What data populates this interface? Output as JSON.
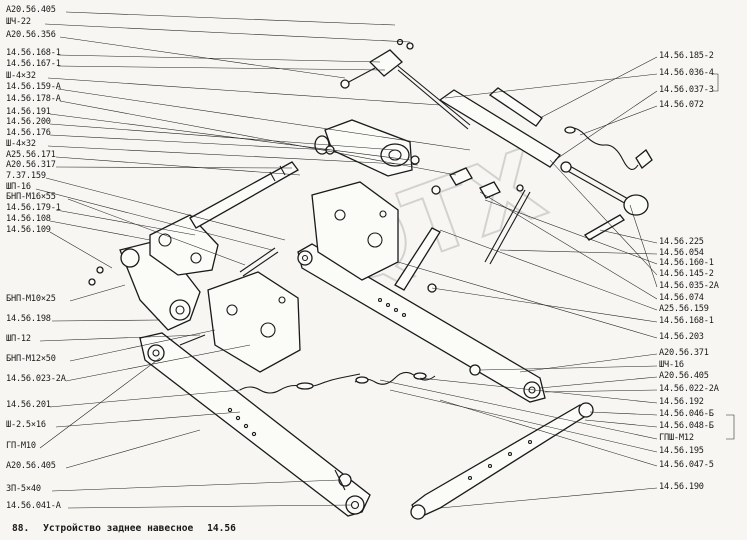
{
  "left_labels": [
    "А20.56.405",
    "ШЧ-22",
    "А20.56.356",
    "14.56.168-1",
    "14.56.167-1",
    "Ш-4×32",
    "14.56.159-А",
    "14.56.178-А",
    "14.56.191",
    "14.56.200",
    "14.56.176",
    "Ш-4×32",
    "А25.56.171",
    "А20.56.317",
    "7.37.159",
    "ШП-16",
    "БНП-М16×55",
    "14.56.179-1",
    "14.56.108",
    "14.56.109",
    "БНП-М10×25",
    "14.56.198",
    "ШП-12",
    "БНП-М12×50",
    "14.56.023-2А",
    "14.56.201",
    "Ш-2.5×16",
    "ГП-М10",
    "А20.56.405",
    "ЗП-5×40",
    "14.56.041-А"
  ],
  "right_labels": [
    "14.56.185-2",
    "14.56.036-4",
    "14.56.037-3",
    "14.56.072",
    "14.56.225",
    "14.56.054",
    "14.56.160-1",
    "14.56.145-2",
    "14.56.035-2А",
    "14.56.074",
    "А25.56.159",
    "14.56.168-1",
    "14.56.203",
    "А20.56.371",
    "ШЧ-16",
    "А20.56.405",
    "14.56.022-2А",
    "14.56.192",
    "14.56.046-Б",
    "14.56.048-Б",
    "ГПШ-М12",
    "14.56.195",
    "14.56.047-5",
    "14.56.190"
  ],
  "caption": {
    "number": "88.",
    "title": "Устройство заднее навесное",
    "code": "14.56"
  }
}
